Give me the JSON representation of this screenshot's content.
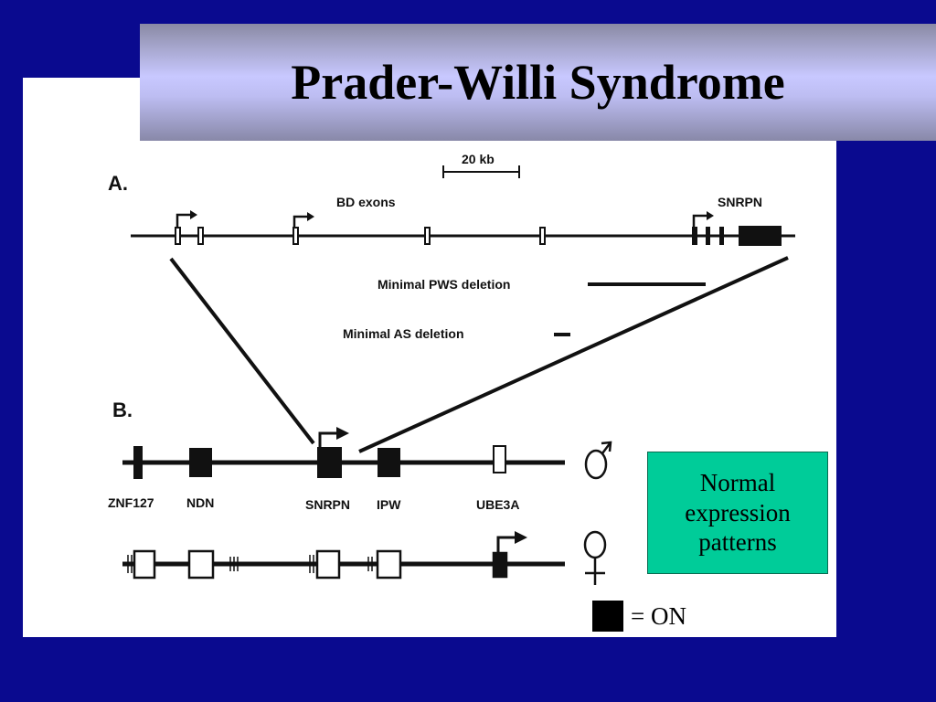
{
  "slide": {
    "title": "Prader-Willi Syndrome",
    "colors": {
      "background": "#0a0a8f",
      "note_box": "#00cc99",
      "gene_on": "#000000"
    }
  },
  "panel_a": {
    "label": "A.",
    "scale_bar": "20  kb",
    "bd_exons": "BD exons",
    "snrpn": "SNRPN",
    "pws_deletion": "Minimal PWS deletion",
    "as_deletion": "Minimal AS deletion"
  },
  "panel_b": {
    "label": "B.",
    "genes": [
      "ZNF127",
      "NDN",
      "SNRPN",
      "IPW",
      "UBE3A"
    ],
    "male_symbol": "♂",
    "female_symbol": "♀"
  },
  "note": "Normal expression patterns",
  "legend": {
    "text": "= ON",
    "icon": "black-square"
  }
}
